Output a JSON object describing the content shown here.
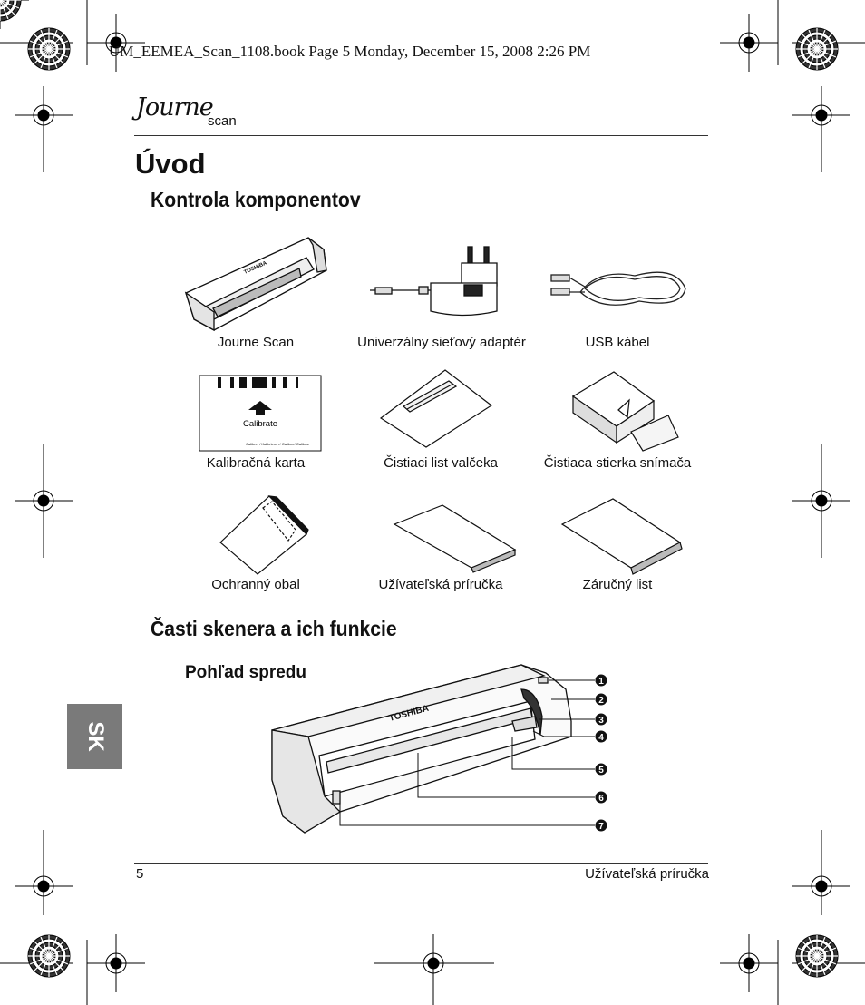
{
  "header": {
    "book_line": "UM_EEMEA_Scan_1108.book  Page 5  Monday, December 15, 2008  2:26 PM"
  },
  "logo": {
    "script": "Journe",
    "sub": "scan"
  },
  "title": "Úvod",
  "section1": {
    "heading": "Kontrola komponentov",
    "items": [
      {
        "label": "Journe Scan"
      },
      {
        "label": "Univerzálny sieťový adaptér"
      },
      {
        "label": "USB kábel"
      },
      {
        "label": "Kalibračná karta"
      },
      {
        "label": "Čistiaci list valčeka"
      },
      {
        "label": "Čistiaca stierka snímača"
      },
      {
        "label": "Ochranný obal"
      },
      {
        "label": "Užívateľská príručka"
      },
      {
        "label": "Záručný list"
      }
    ],
    "card_text": "Calibrate",
    "card_fine": "Calibrer / Kalibrieren / Calibra / Calibrar",
    "scanner_brand": "TOSHIBA"
  },
  "section2": {
    "heading": "Časti skenera a ich funkcie",
    "subheading": "Pohľad spredu",
    "scanner_brand": "TOSHIBA",
    "callouts": [
      "1",
      "2",
      "3",
      "4",
      "5",
      "6",
      "7"
    ]
  },
  "side_tab": "SK",
  "footer": {
    "page": "5",
    "title": "Užívateľská príručka"
  }
}
